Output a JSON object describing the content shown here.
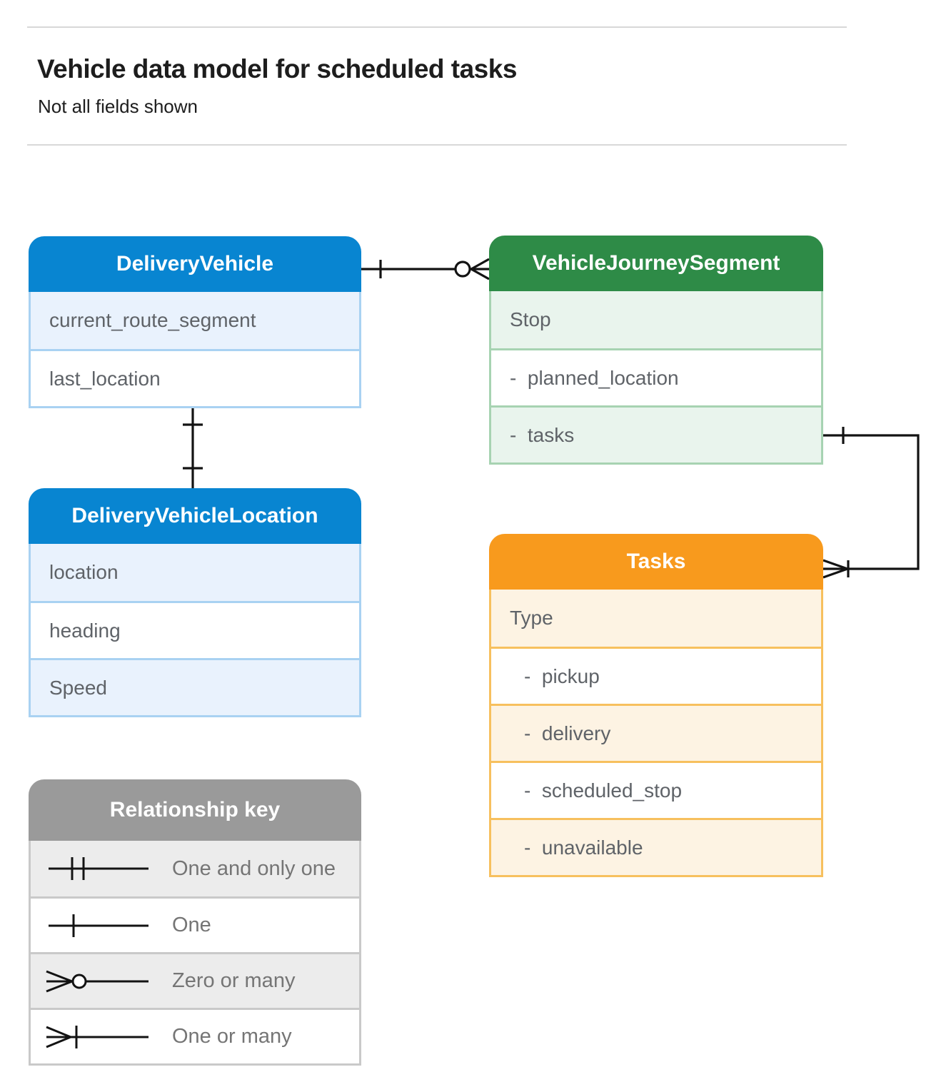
{
  "page": {
    "title": "Vehicle data model for scheduled tasks",
    "subtitle": "Not all fields shown"
  },
  "colors": {
    "blue_header": "#0885d1",
    "blue_row": "#e9f2fd",
    "green_header": "#2e8b47",
    "green_row": "#e9f4ed",
    "orange_header": "#f89a1d",
    "orange_row": "#fdf3e3",
    "gray_header": "#9a9a9a",
    "gray_row": "#ececec",
    "field_text": "#5f6368",
    "connector_stroke": "#131313"
  },
  "entities": {
    "delivery_vehicle": {
      "title": "DeliveryVehicle",
      "rows": [
        "current_route_segment",
        "last_location"
      ]
    },
    "vehicle_journey_segment": {
      "title": "VehicleJourneySegment",
      "rows": [
        "Stop",
        "-  planned_location",
        "-  tasks"
      ]
    },
    "delivery_vehicle_location": {
      "title": "DeliveryVehicleLocation",
      "rows": [
        "location",
        "heading",
        "Speed"
      ]
    },
    "tasks": {
      "title": "Tasks",
      "rows": [
        "Type",
        "-  pickup",
        "-  delivery",
        "-  scheduled_stop",
        "-  unavailable"
      ]
    }
  },
  "relationship_key": {
    "title": "Relationship key",
    "items": [
      {
        "icon": "one-and-only-one-icon",
        "label": "One and only one"
      },
      {
        "icon": "one-icon",
        "label": "One"
      },
      {
        "icon": "zero-or-many-icon",
        "label": "Zero or many"
      },
      {
        "icon": "one-or-many-icon",
        "label": "One or many"
      }
    ]
  },
  "relationships": [
    {
      "from": "DeliveryVehicle",
      "from_marker": "one",
      "to": "VehicleJourneySegment",
      "to_marker": "zero-or-many"
    },
    {
      "from": "DeliveryVehicle.last_location",
      "from_marker": "one",
      "to": "DeliveryVehicleLocation",
      "to_marker": "one"
    },
    {
      "from": "VehicleJourneySegment.tasks",
      "from_marker": "one",
      "to": "Tasks",
      "to_marker": "one-or-many"
    }
  ]
}
